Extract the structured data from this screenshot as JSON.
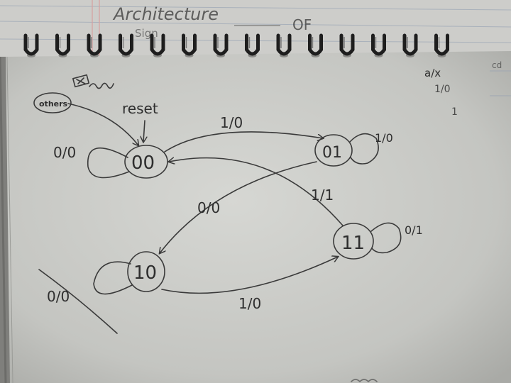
{
  "header": {
    "title_scrawl": "Architecture",
    "subtitle_scrawl": "Sign",
    "of_scrawl": "OF"
  },
  "diagram": {
    "states": [
      {
        "id": "others",
        "label": "others"
      },
      {
        "id": "s00",
        "label": "00"
      },
      {
        "id": "s01",
        "label": "01"
      },
      {
        "id": "s10",
        "label": "10"
      },
      {
        "id": "s11",
        "label": "11"
      }
    ],
    "reset_label": "reset",
    "transitions": [
      {
        "from": "s00",
        "to": "s01",
        "label": "1/0"
      },
      {
        "from": "s01",
        "to": "s10",
        "label": "0/0"
      },
      {
        "from": "s11",
        "to": "s00",
        "label": "1/1"
      },
      {
        "from": "s10",
        "to": "s11",
        "label": "1/0"
      },
      {
        "from": "s00",
        "to": "s00",
        "label": "0/0"
      },
      {
        "from": "s01",
        "to": "s01",
        "label": "1/0"
      },
      {
        "from": "s11",
        "to": "s11",
        "label": "0/1"
      },
      {
        "from": "s10",
        "to": "s10",
        "label": "0/0"
      }
    ],
    "legend": {
      "header": "a/x",
      "row1": "1/0",
      "row2": "1"
    },
    "margin_scrawl": "cd"
  },
  "colors": {
    "paper": "#d2d3cf",
    "ink": "#3a3a3a",
    "rule_line": "#9fa7b2",
    "margin_line": "#d7a0a0",
    "spiral": "#1e1e1e"
  }
}
